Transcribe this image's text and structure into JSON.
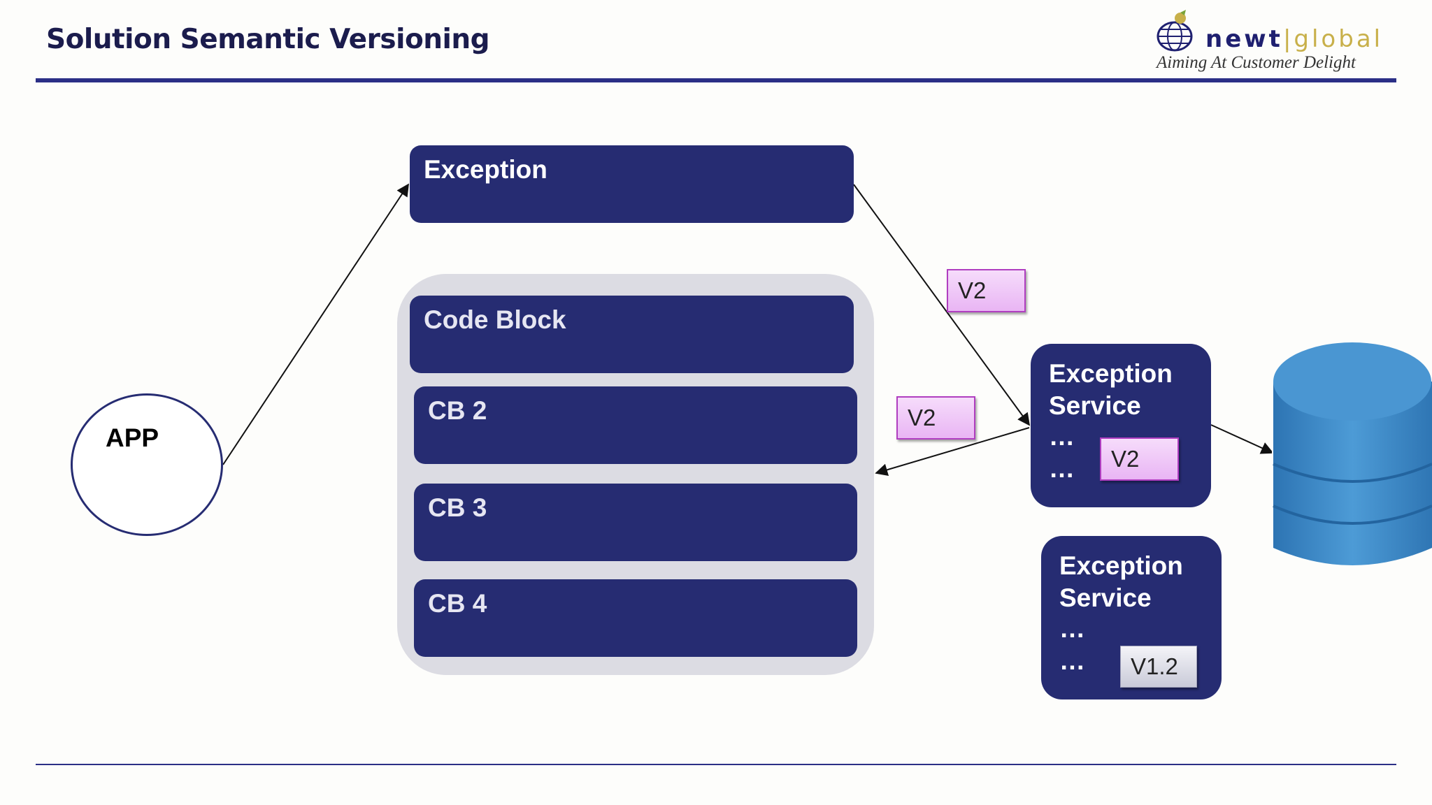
{
  "slide": {
    "title": "Solution Semantic Versioning"
  },
  "logo": {
    "word_a": "newt",
    "word_sep": "|",
    "word_b": "global",
    "tagline": "Aiming At Customer Delight"
  },
  "nodes": {
    "app": "APP",
    "exception": "Exception",
    "code_block": "Code Block",
    "cb2": "CB 2",
    "cb3": "CB 3",
    "cb4": "CB 4",
    "service_a": {
      "line1": "Exception",
      "line2": "Service",
      "line3": "…",
      "line4": "…",
      "version": "V2"
    },
    "service_b": {
      "line1": "Exception",
      "line2": "Service",
      "line3": "…",
      "line4": "…",
      "version": "V1.2"
    }
  },
  "edge_labels": {
    "exception_to_service": "V2",
    "service_to_codeblock": "V2"
  },
  "colors": {
    "primary": "#262c72",
    "container": "#dcdce3",
    "version_tag": "#e9b5f4",
    "database": "#3a88c6"
  }
}
